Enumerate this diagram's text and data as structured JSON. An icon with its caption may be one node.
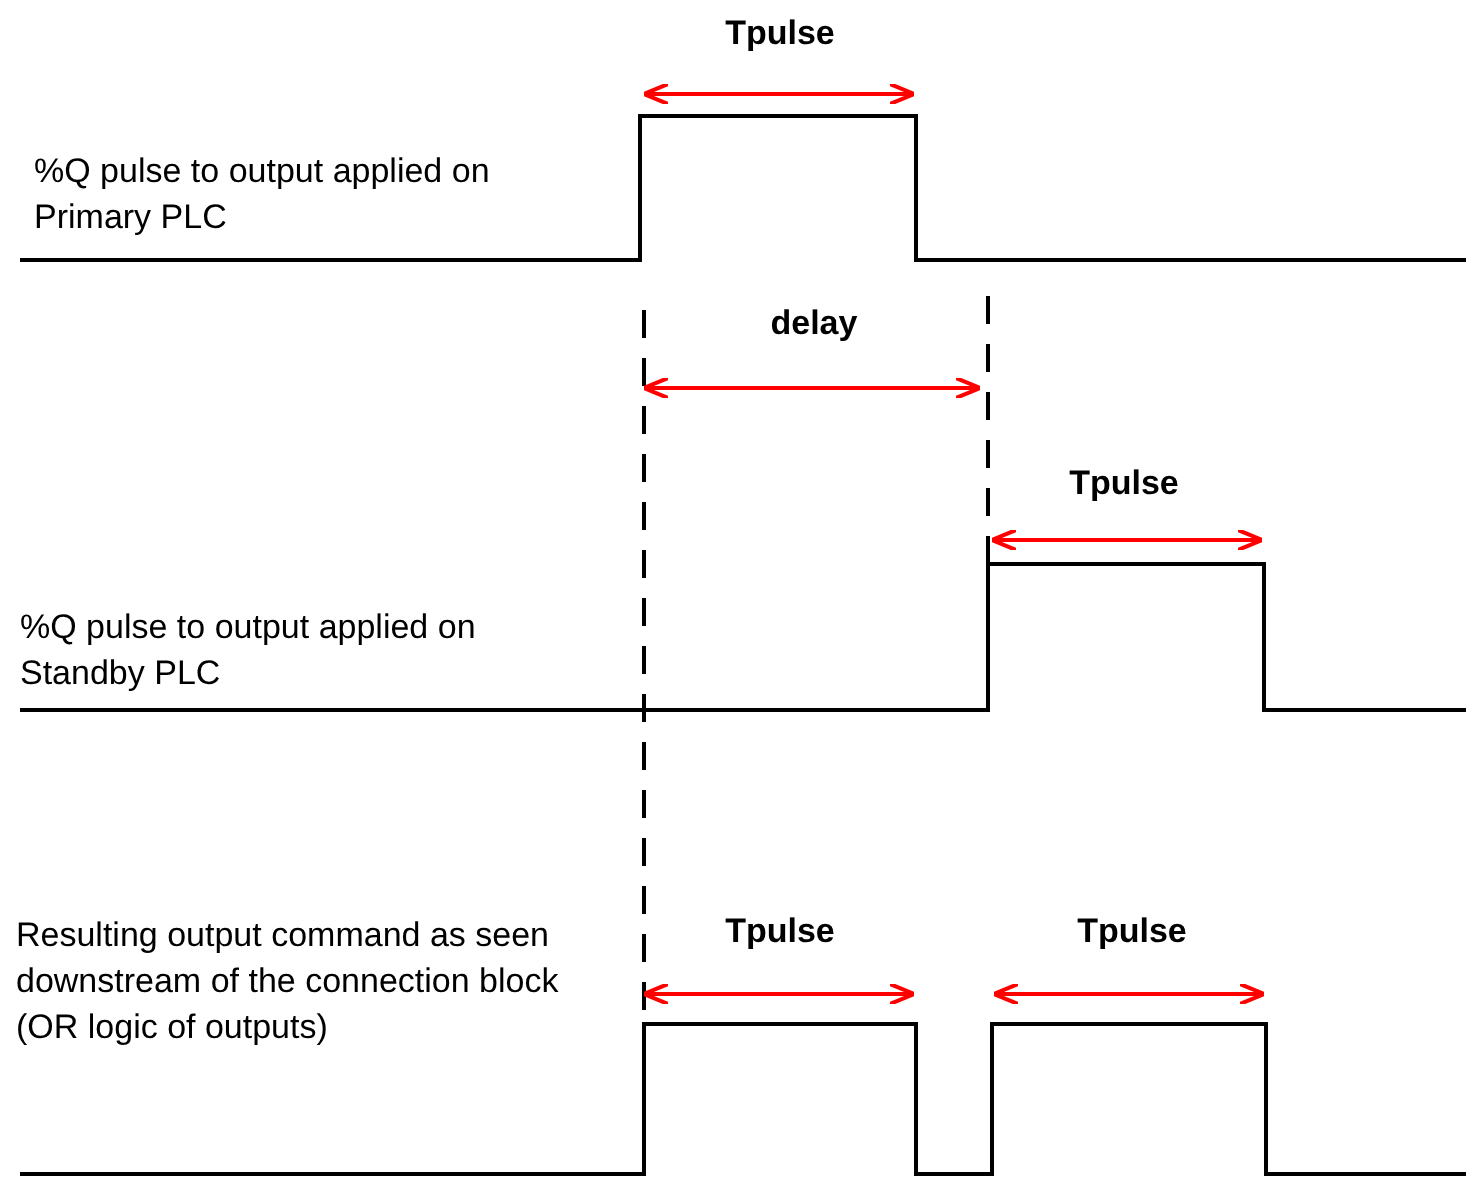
{
  "diagram": {
    "labels": [
      "Tpulse",
      "%Q pulse to output applied on Primary PLC",
      "delay",
      "Tpulse",
      "%Q pulse to output applied on Standby PLC",
      "Tpulse",
      "Tpulse",
      "Resulting output command as seen downstream of the connection block (OR logic of outputs)"
    ]
  }
}
